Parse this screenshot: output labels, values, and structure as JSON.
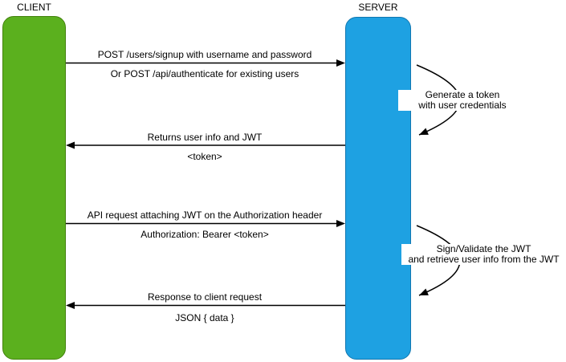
{
  "diagram": {
    "client": {
      "label": "CLIENT"
    },
    "server": {
      "label": "SERVER"
    },
    "messages": [
      {
        "direction": "right",
        "label": "POST /users/signup with username and password",
        "sublabel": "Or POST /api/authenticate for existing users"
      },
      {
        "direction": "left",
        "label": "Returns user info and JWT",
        "sublabel": "<token>"
      },
      {
        "direction": "right",
        "label": "API request attaching JWT on the Authorization header",
        "sublabel": "Authorization: Bearer <token>"
      },
      {
        "direction": "left",
        "label": "Response to client request",
        "sublabel": "JSON { data }"
      }
    ],
    "self_actions": [
      {
        "line1": "Generate a token",
        "line2": "with user credentials"
      },
      {
        "line1": "Sign/Validate the JWT",
        "line2": "and retrieve user info from the JWT"
      }
    ],
    "colors": {
      "client_fill": "#5BB01E",
      "client_border": "#43820D",
      "server_fill": "#1EA1E2",
      "server_border": "#1177B0",
      "line": "#000000"
    }
  }
}
